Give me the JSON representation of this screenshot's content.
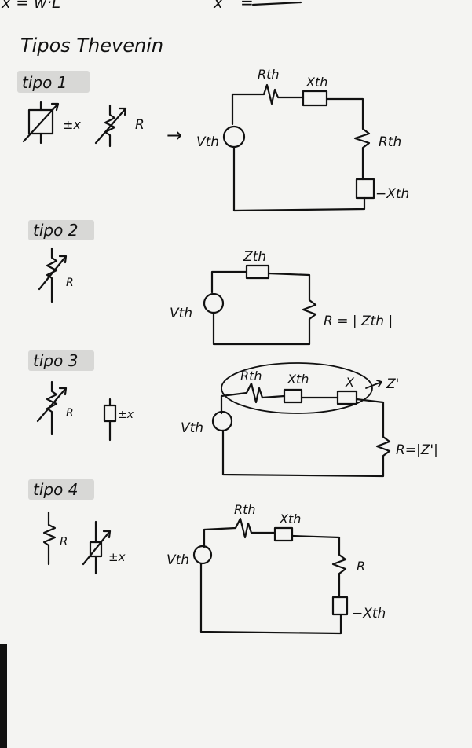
{
  "header": {
    "top_fragment_1": "x = w·L",
    "top_fragment_2": "x",
    "top_fragment_3": "=",
    "title": "Tipos Thevenin"
  },
  "sections": [
    {
      "label": "tipo 1",
      "legend": [
        "±x",
        "R"
      ],
      "arrow": "→",
      "circuit": {
        "source": "Vth",
        "top": [
          "Rth",
          "Xth"
        ],
        "right": [
          "Rth",
          "−Xth"
        ]
      }
    },
    {
      "label": "tipo 2",
      "legend": [
        "R"
      ],
      "circuit": {
        "source": "Vth",
        "top": [
          "Zth"
        ],
        "right": [
          "R = | Zth |"
        ]
      }
    },
    {
      "label": "tipo 3",
      "legend": [
        "R",
        "±x"
      ],
      "circuit": {
        "source": "Vth",
        "top": [
          "Rth",
          "Xth",
          "X"
        ],
        "group": "Z'",
        "right": [
          "R=|Z'|"
        ]
      }
    },
    {
      "label": "tipo 4",
      "legend": [
        "R",
        "±x"
      ],
      "circuit": {
        "source": "Vth",
        "top": [
          "Rth",
          "Xth"
        ],
        "right": [
          "R",
          "−Xth"
        ]
      }
    }
  ]
}
